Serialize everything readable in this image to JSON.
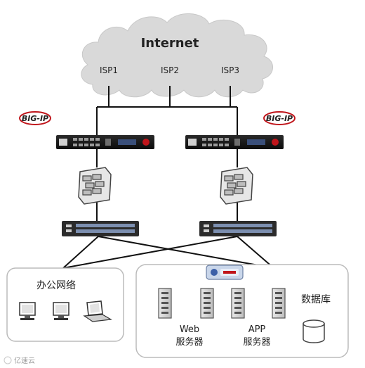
{
  "internet": {
    "title": "Internet",
    "isps": [
      "ISP1",
      "ISP2",
      "ISP3"
    ]
  },
  "bigip": {
    "left_logo": "BIG-IP",
    "right_logo": "BIG-IP"
  },
  "zones": {
    "office": {
      "label": "办公网络"
    },
    "dc": {
      "web_label_1": "Web",
      "web_label_2": "服务器",
      "app_label_1": "APP",
      "app_label_2": "服务器",
      "db_label": "数据库"
    }
  },
  "watermark": "亿速云"
}
